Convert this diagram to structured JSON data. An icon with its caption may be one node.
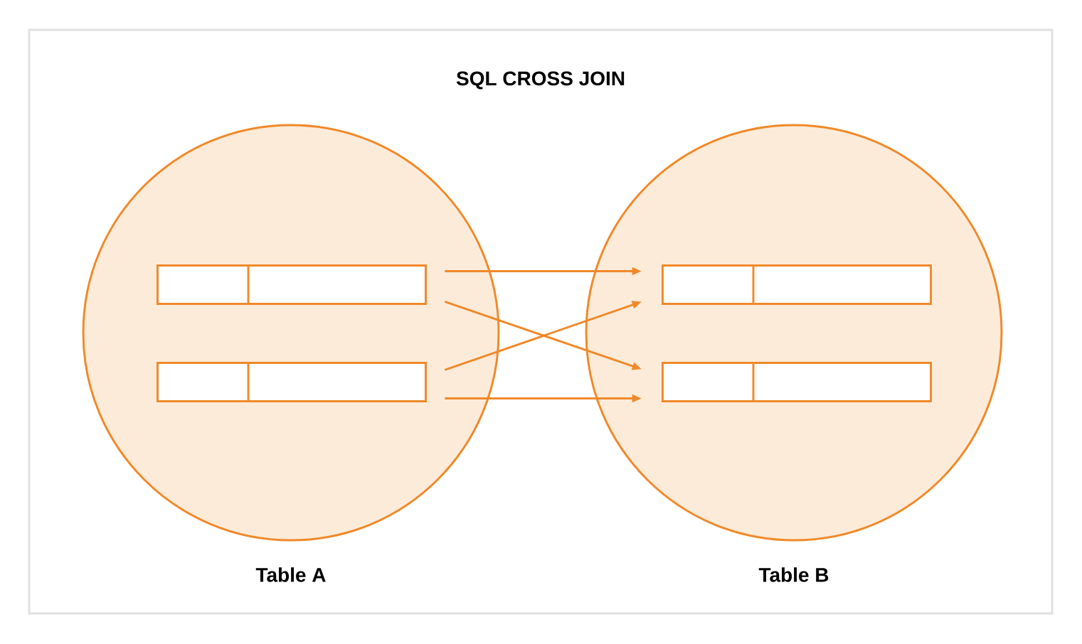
{
  "diagram": {
    "title": "SQL CROSS JOIN",
    "nodes": [
      {
        "text": [
          "Table A"
        ]
      },
      {
        "text": [],
        "shape": "box",
        "in": 0
      },
      {
        "text": [],
        "shape": "box",
        "in": 0
      },
      {
        "text": [
          "Table B"
        ]
      },
      {
        "text": [],
        "shape": "box",
        "in": 3
      },
      {
        "text": [],
        "shape": "box",
        "in": 3
      }
    ],
    "edges": [
      {
        "from": 1,
        "to": 4,
        "arrow": "to"
      },
      {
        "from": 1,
        "to": 5,
        "arrow": "to"
      },
      {
        "from": 2,
        "to": 4,
        "arrow": "to"
      },
      {
        "from": 2,
        "to": 5,
        "arrow": "to"
      }
    ]
  }
}
